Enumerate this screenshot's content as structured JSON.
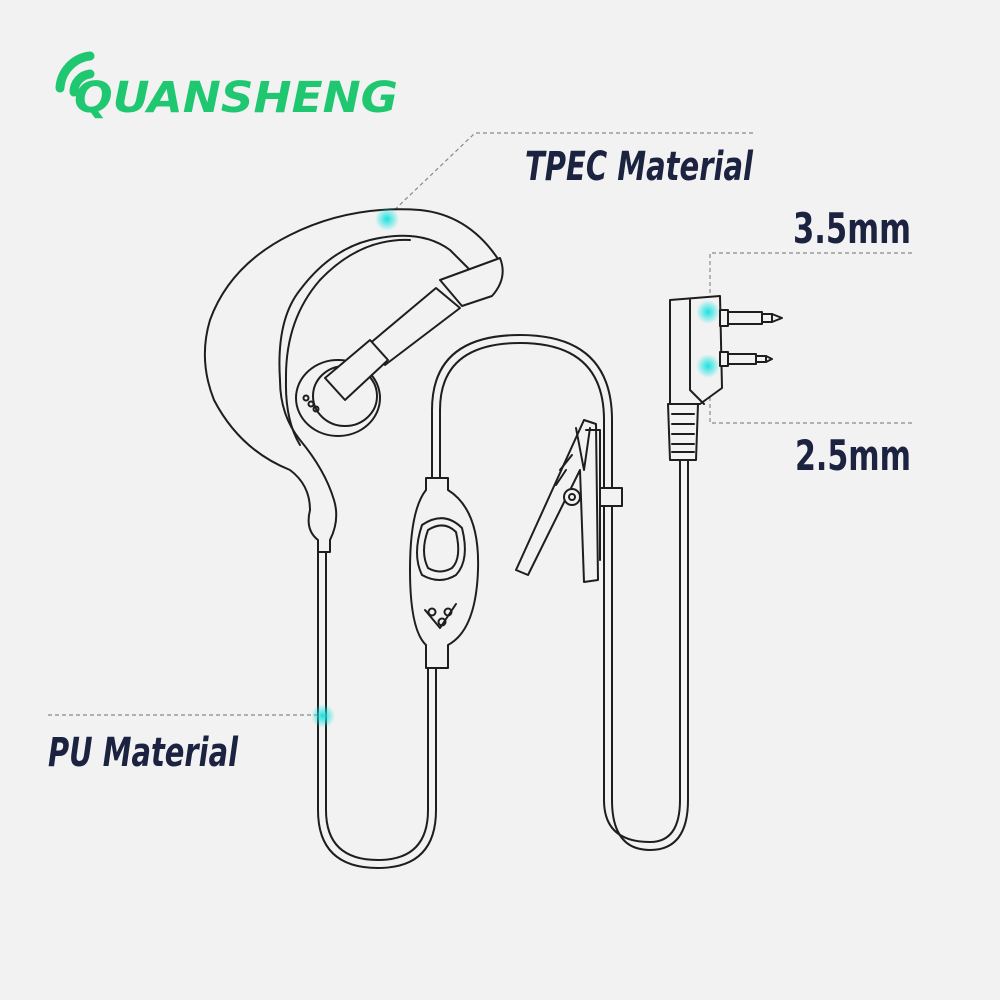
{
  "brand": {
    "name": "QUANSHENG",
    "color": "#1fc870"
  },
  "labels": {
    "ear_hook": "TPEC Material",
    "cable": "PU Material",
    "plug_top": "3.5mm",
    "plug_bottom": "2.5mm"
  },
  "colors": {
    "text": "#1b2340",
    "marker": "#19e3e0",
    "line": "#1e1e1e"
  },
  "icons": [
    "signal-arcs-icon",
    "ptt-logo-icon"
  ]
}
